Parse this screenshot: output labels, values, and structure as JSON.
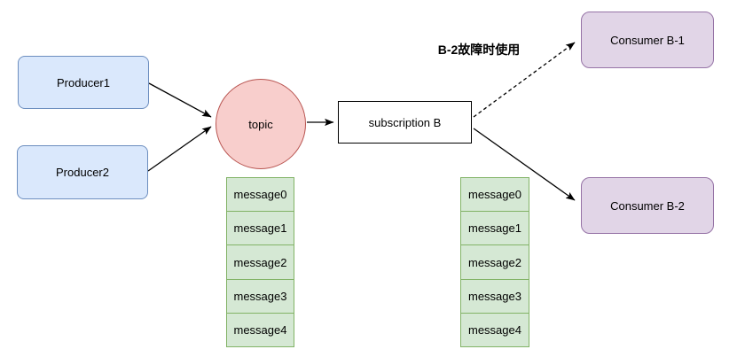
{
  "diagram": {
    "nodes": {
      "producer1": "Producer1",
      "producer2": "Producer2",
      "topic": "topic",
      "subscription_b": "subscription B",
      "consumer_b1": "Consumer B-1",
      "consumer_b2": "Consumer B-2"
    },
    "edge_label_failover": "B-2故障时使用",
    "message_stacks": {
      "under_topic": [
        "message0",
        "message1",
        "message2",
        "message3",
        "message4"
      ],
      "under_subscription": [
        "message0",
        "message1",
        "message2",
        "message3",
        "message4"
      ]
    },
    "colors": {
      "producer_fill": "#dae8fc",
      "producer_border": "#6c8ebf",
      "topic_fill": "#f8cecc",
      "topic_border": "#b85450",
      "subscription_fill": "#ffffff",
      "subscription_border": "#000000",
      "consumer_fill": "#e1d5e7",
      "consumer_border": "#9673a6",
      "message_fill": "#d5e8d4",
      "message_border": "#82b366",
      "arrow_color": "#000000"
    }
  }
}
